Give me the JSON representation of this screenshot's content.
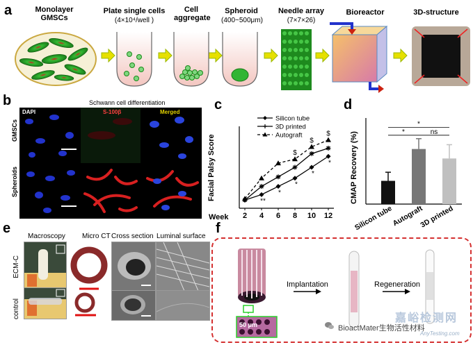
{
  "panels": {
    "a": "a",
    "b": "b",
    "c": "c",
    "d": "d",
    "e": "e",
    "f": "f"
  },
  "panel_a": {
    "steps": [
      {
        "title": "Monolayer\nGMSCs",
        "sub": ""
      },
      {
        "title": "Plate single cells",
        "sub": "(4×10⁴/well )"
      },
      {
        "title": "Cell\naggregate",
        "sub": ""
      },
      {
        "title": "Spheroid",
        "sub": "(400~500μm)"
      },
      {
        "title": "Needle array",
        "sub": "(7×7×26)"
      },
      {
        "title": "Bioreactor",
        "sub": ""
      },
      {
        "title": "3D-structure",
        "sub": ""
      }
    ]
  },
  "panel_b": {
    "title": "Schwann cell differentiation",
    "columns": [
      "DAPI",
      "S-100β",
      "Merged"
    ],
    "rows": [
      "GMSCs",
      "Spheroids"
    ],
    "colors": {
      "dapi": "#2233cc",
      "s100": "#cc2222",
      "merged_label": "#e0d000"
    }
  },
  "panel_d": {
    "significance": [
      "*",
      "*",
      "ns"
    ]
  },
  "chart_data": [
    {
      "type": "line",
      "panel": "c",
      "xlabel": "Week",
      "ylabel": "Facial Palsy Score",
      "x": [
        2,
        4,
        6,
        8,
        10,
        12
      ],
      "ylim": [
        0,
        6
      ],
      "series": [
        {
          "name": "Silicon tube",
          "marker": "diamond",
          "dash": "solid",
          "values": [
            0.6,
            1.0,
            1.6,
            2.2,
            3.0,
            3.8
          ]
        },
        {
          "name": "3D printed",
          "marker": "star",
          "dash": "solid",
          "values": [
            0.6,
            1.6,
            2.3,
            3.0,
            4.0,
            4.4
          ]
        },
        {
          "name": "Autograft",
          "marker": "triangle",
          "dash": "dashed",
          "values": [
            0.7,
            2.2,
            3.3,
            3.6,
            4.5,
            5.0
          ]
        }
      ],
      "annotations": [
        {
          "x": 4,
          "text": "**"
        },
        {
          "x": 6,
          "text": "*"
        },
        {
          "x": 8,
          "text": "$"
        },
        {
          "x": 8,
          "text": "*"
        },
        {
          "x": 10,
          "text": "$"
        },
        {
          "x": 10,
          "text": "*"
        },
        {
          "x": 12,
          "text": "$"
        },
        {
          "x": 12,
          "text": "*"
        }
      ]
    },
    {
      "type": "bar",
      "panel": "d",
      "ylabel": "CMAP Recovery (%)",
      "categories": [
        "Silicon tube",
        "Autograft",
        "3D printed"
      ],
      "values": [
        27,
        64,
        53
      ],
      "errors": [
        10,
        12,
        16
      ],
      "ylim": [
        0,
        100
      ],
      "colors": [
        "#111111",
        "#777777",
        "#c0c0c0"
      ]
    }
  ],
  "panel_e": {
    "headers": [
      "Macroscopy",
      "Micro CT",
      "Cross section",
      "Luminal surface"
    ],
    "rows": [
      "ECM-C",
      "control"
    ]
  },
  "panel_f": {
    "scale": "50 μm",
    "steps": [
      "Implantation",
      "Regeneration"
    ]
  },
  "watermark": {
    "account": "BioactMater生物活性材料",
    "cn": "嘉峪检测网",
    "site": "AnyTesting.com"
  }
}
